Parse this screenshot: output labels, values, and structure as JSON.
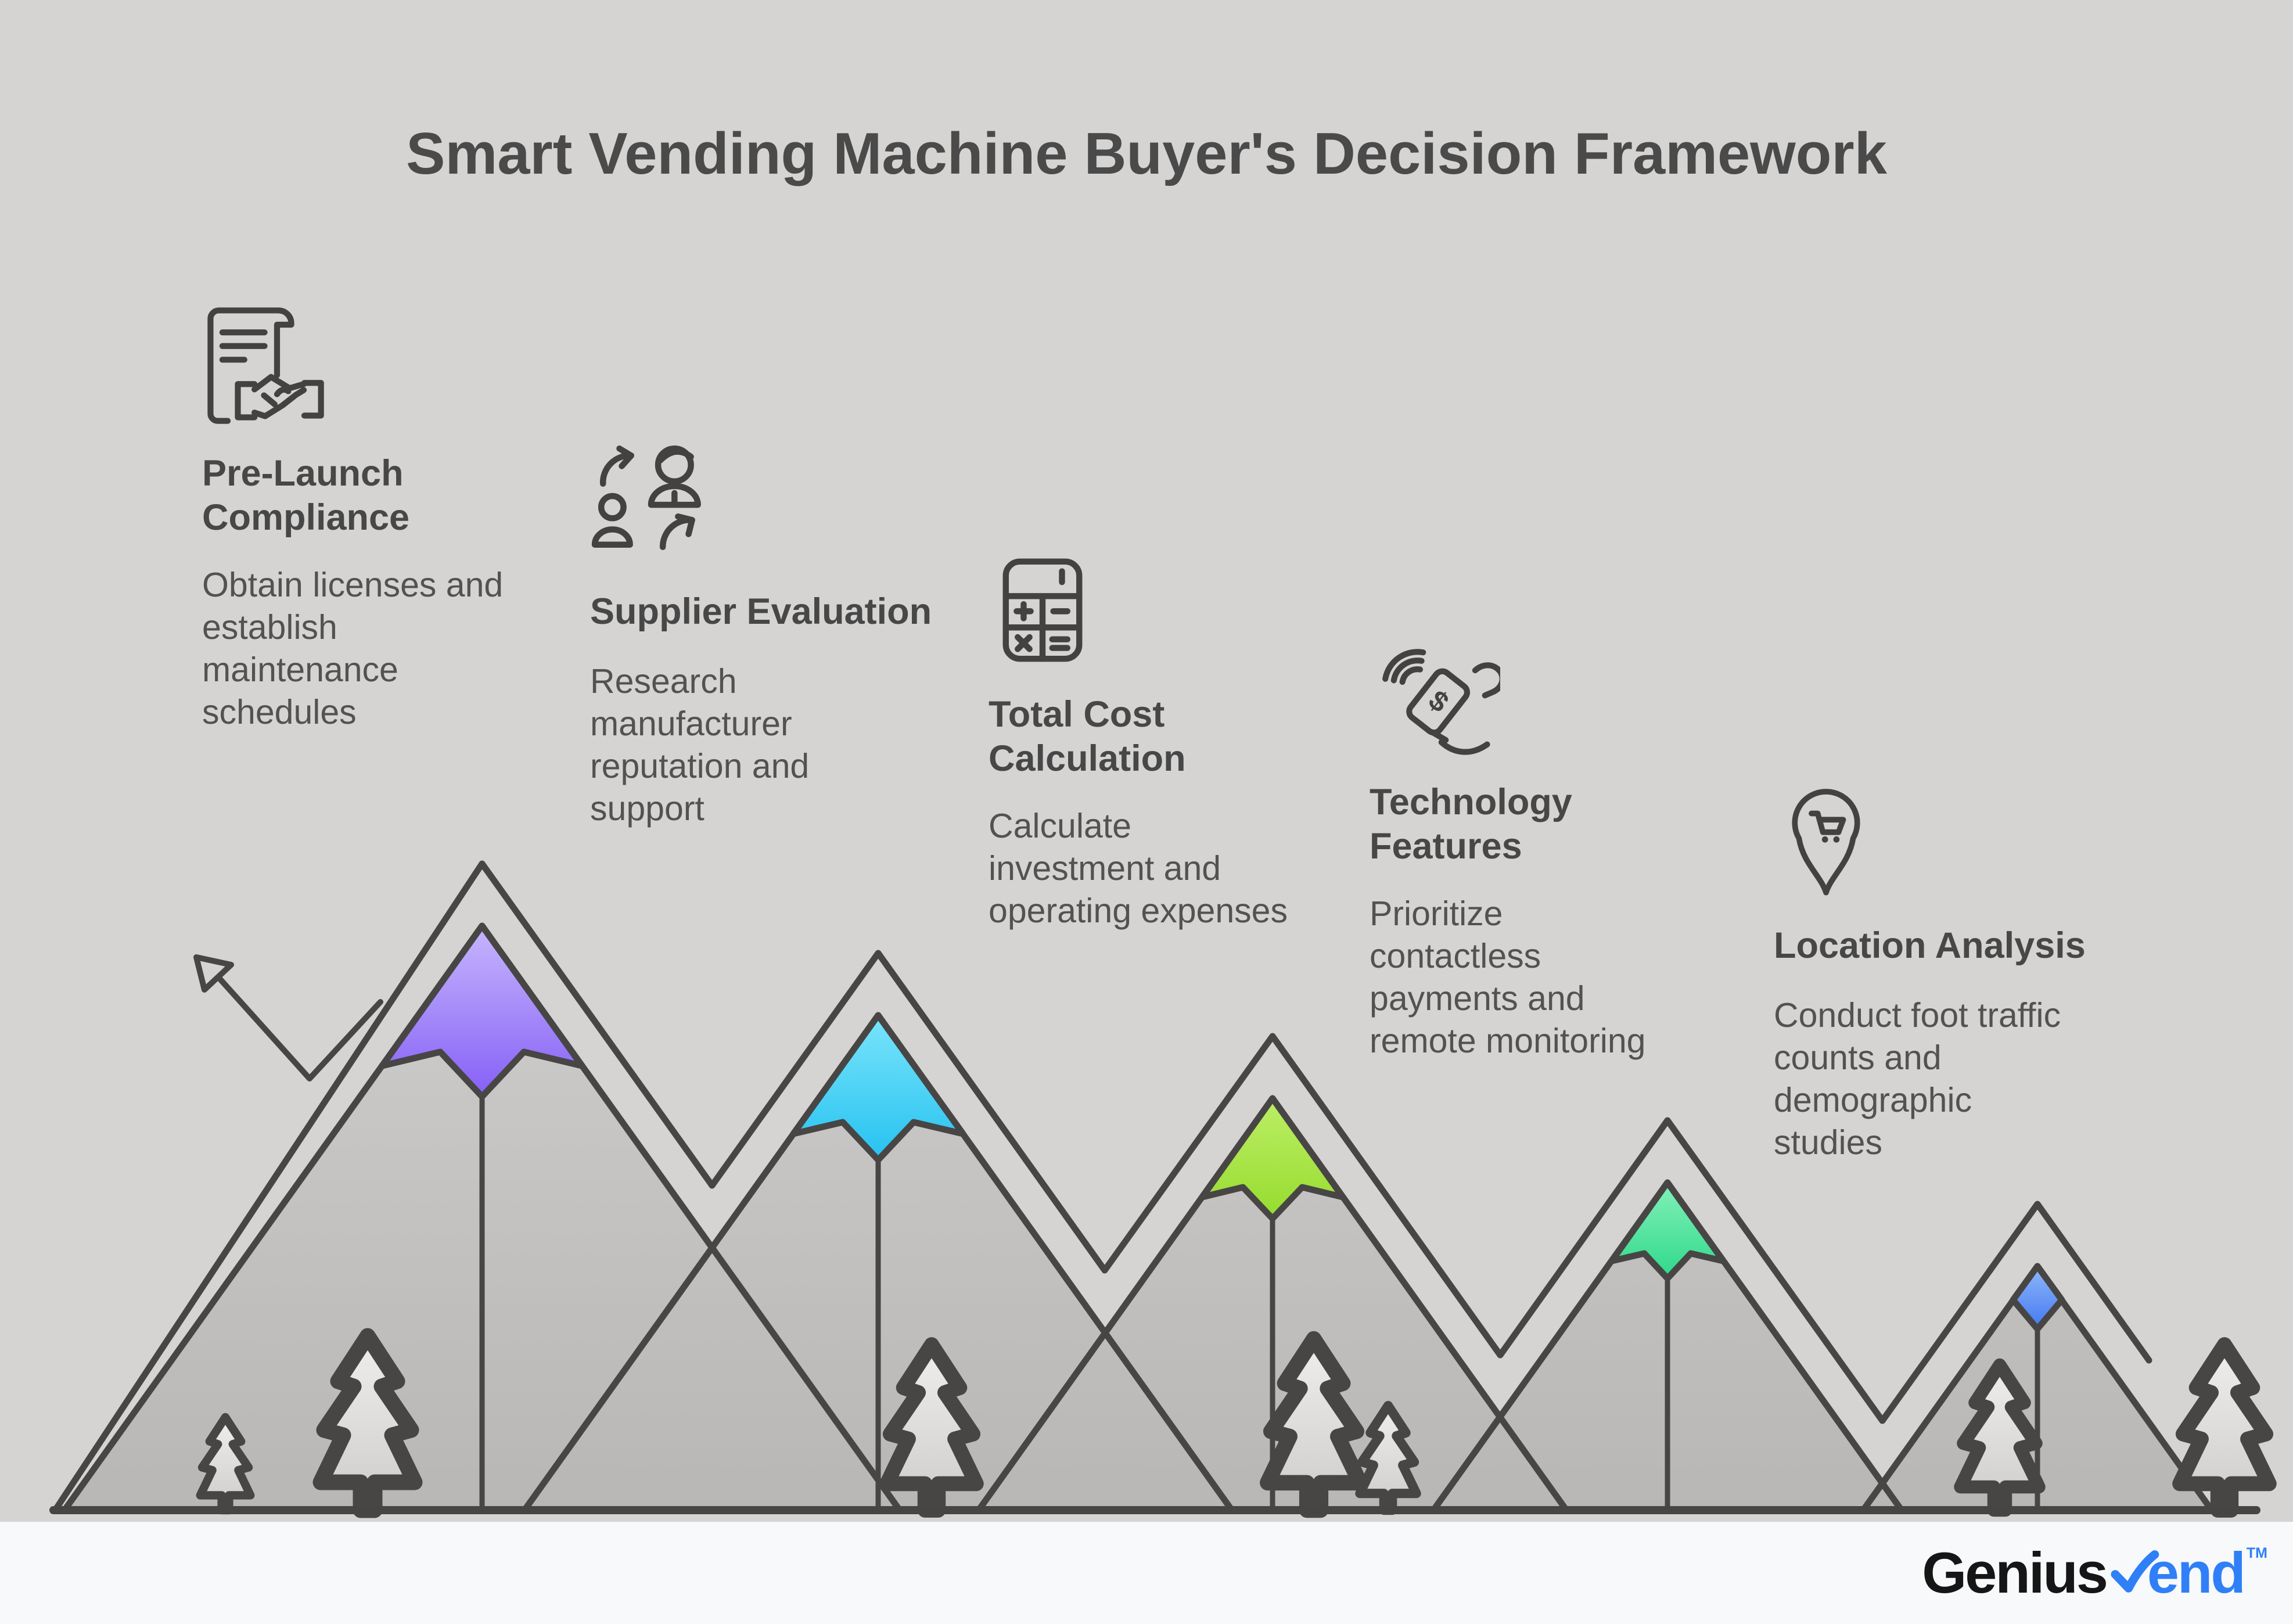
{
  "title": "Smart Vending Machine Buyer's Decision Framework",
  "steps": [
    {
      "icon": "contract-handshake-icon",
      "title": "Pre-Launch Compliance",
      "title_lines": [
        "Pre-Launch",
        "Compliance"
      ],
      "description": "Obtain licenses and establish maintenance schedules",
      "desc_lines": [
        "Obtain licenses and",
        "establish",
        "maintenance",
        "schedules"
      ]
    },
    {
      "icon": "supplier-swap-icon",
      "title": "Supplier Evaluation",
      "title_lines": [
        "Supplier Evaluation"
      ],
      "description": "Research manufacturer reputation and support",
      "desc_lines": [
        "Research",
        "manufacturer",
        "reputation and",
        "support"
      ]
    },
    {
      "icon": "calculator-icon",
      "title": "Total Cost Calculation",
      "title_lines": [
        "Total Cost",
        "Calculation"
      ],
      "description": "Calculate investment and operating expenses",
      "desc_lines": [
        "Calculate",
        "investment and",
        "operating expenses"
      ]
    },
    {
      "icon": "contactless-payment-icon",
      "title": "Technology Features",
      "title_lines": [
        "Technology",
        "Features"
      ],
      "description": "Prioritize contactless payments and remote monitoring",
      "desc_lines": [
        "Prioritize",
        "contactless",
        "payments and",
        "remote monitoring"
      ]
    },
    {
      "icon": "location-pin-cart-icon",
      "title": "Location Analysis",
      "title_lines": [
        "Location Analysis"
      ],
      "description": "Conduct foot traffic counts and demographic studies",
      "desc_lines": [
        "Conduct foot traffic",
        "counts and",
        "demographic",
        "studies"
      ]
    }
  ],
  "mountains": [
    {
      "name": "peak-1-purple",
      "cap_top": "#c6b6fd",
      "cap_bottom": "#8660f6"
    },
    {
      "name": "peak-2-cyan",
      "cap_top": "#7ae4fb",
      "cap_bottom": "#26c2f0"
    },
    {
      "name": "peak-3-lime",
      "cap_top": "#bdee66",
      "cap_bottom": "#96dc2e"
    },
    {
      "name": "peak-4-emerald",
      "cap_top": "#83f0b9",
      "cap_bottom": "#2fd98a"
    },
    {
      "name": "peak-5-blue",
      "cap_top": "#8fb8f9",
      "cap_bottom": "#4478f1"
    }
  ],
  "logo": {
    "prefix": "Genius",
    "suffix": "end",
    "tm": "TM",
    "check_icon": "check-icon"
  },
  "colors": {
    "background": "#d5d4d2",
    "bottom_strip": "#f8f9fb",
    "line": "#474645",
    "mountain_fill_top": "#d0cfcd",
    "mountain_fill_bottom": "#b8b7b5",
    "tree_fill_top": "#efeeec",
    "tree_fill_bottom": "#cdccca",
    "title_text": "#4a4a4a",
    "step_title_text": "#474747",
    "desc_text": "#545250",
    "icon_stroke": "#434241",
    "logo_black": "#161616",
    "logo_blue": "#2f80f7"
  }
}
